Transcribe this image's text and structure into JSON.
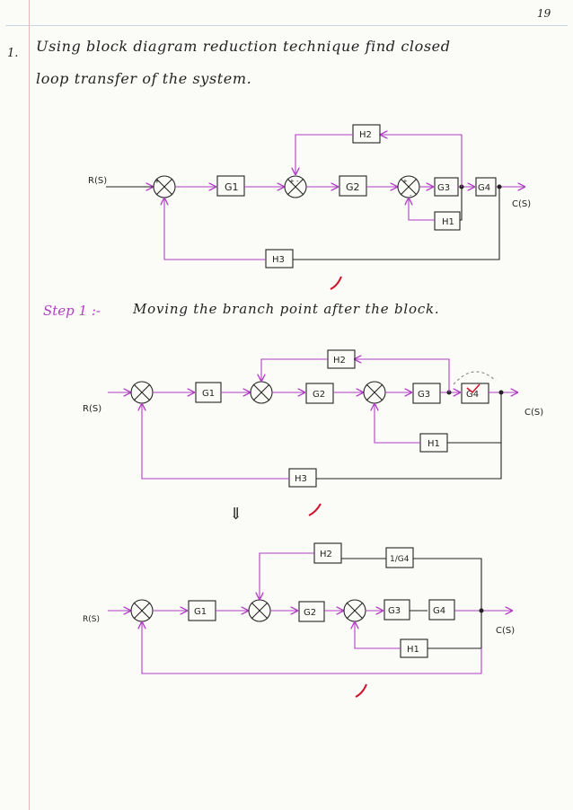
{
  "page_number": "19",
  "question": {
    "number": "1.",
    "line1": "Using block diagram reduction technique find closed",
    "line2": "loop transfer of the system."
  },
  "step1": {
    "label": "Step 1 :-",
    "text": "Moving the branch point after the block."
  },
  "arrow_down": "⇓",
  "diagram1": {
    "input": "R(S)",
    "output": "C(S)",
    "blocks": [
      "G1",
      "G2",
      "G3",
      "G4",
      "H1",
      "H2",
      "H3"
    ]
  },
  "diagram2": {
    "input": "R(S)",
    "output": "C(S)",
    "blocks": [
      "G1",
      "G2",
      "G3",
      "G4",
      "H1",
      "H2",
      "H3"
    ]
  },
  "diagram3": {
    "input": "R(S)",
    "output": "C(S)",
    "blocks": [
      "G1",
      "G2",
      "G3",
      "G4",
      "H1",
      "H2",
      "1/G4"
    ]
  },
  "colors": {
    "ink": "#222222",
    "arrow": "#b23fc4",
    "check": "#d1102a"
  }
}
